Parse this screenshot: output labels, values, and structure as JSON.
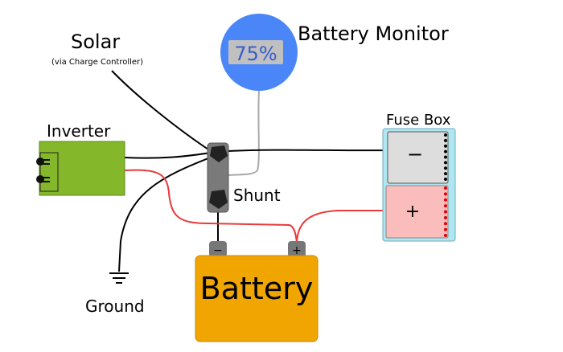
{
  "labels": {
    "solar": "Solar",
    "solar_sub": "(via Charge Controller)",
    "battery_monitor": "Battery Monitor",
    "inverter": "Inverter",
    "shunt": "Shunt",
    "fuse_box": "Fuse Box",
    "fuse_minus": "−",
    "fuse_plus": "+",
    "battery": "Battery",
    "battery_minus": "−",
    "battery_plus": "+",
    "ground": "Ground"
  },
  "monitor": {
    "reading": "75%"
  },
  "colors": {
    "monitor": "#4a86f7",
    "display": "#c0c0c0",
    "inverter": "#84b82a",
    "shunt": "#7a7a7a",
    "fuse_box": "#aee6f2",
    "fuse_minus": "#dddddd",
    "fuse_plus": "#fbbcbc",
    "battery": "#f0a500",
    "wire_positive": "#e83a3a",
    "wire_negative": "#000000",
    "wire_signal": "#aaaaaa"
  }
}
